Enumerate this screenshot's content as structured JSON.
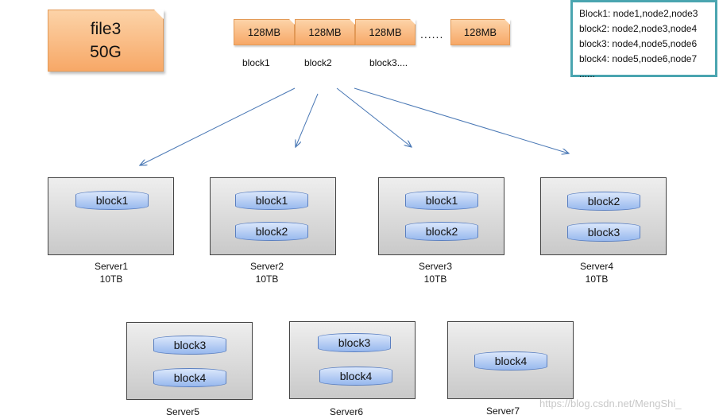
{
  "file": {
    "name": "file3",
    "size": "50G"
  },
  "chunks": [
    "128MB",
    "128MB",
    "128MB",
    "128MB"
  ],
  "chunk_ellipsis": "......",
  "chunk_labels": [
    "block1",
    "block2",
    "block3...."
  ],
  "mapping": [
    "Block1: node1,node2,node3",
    "block2: node2,node3,node4",
    "block3: node4,node5,node6",
    "block4: node5,node6,node7",
    "......"
  ],
  "servers": [
    {
      "name": "Server1",
      "capacity": "10TB",
      "blocks": [
        "block1"
      ]
    },
    {
      "name": "Server2",
      "capacity": "10TB",
      "blocks": [
        "block1",
        "block2"
      ]
    },
    {
      "name": "Server3",
      "capacity": "10TB",
      "blocks": [
        "block1",
        "block2"
      ]
    },
    {
      "name": "Server4",
      "capacity": "10TB",
      "blocks": [
        "block2",
        "block3"
      ]
    },
    {
      "name": "Server5",
      "capacity": "",
      "blocks": [
        "block3",
        "block4"
      ]
    },
    {
      "name": "Server6",
      "capacity": "",
      "blocks": [
        "block3",
        "block4"
      ]
    },
    {
      "name": "Server7",
      "capacity": "",
      "blocks": [
        "block4"
      ]
    }
  ],
  "watermark": "https://blog.csdn.net/MengShi_",
  "colors": {
    "file_fill": "#f7a867",
    "disk_fill": "#97b8ee",
    "server_fill": "#d9d9d9",
    "arrow": "#4a78b5",
    "mapping_border": "#4aa5b0"
  }
}
